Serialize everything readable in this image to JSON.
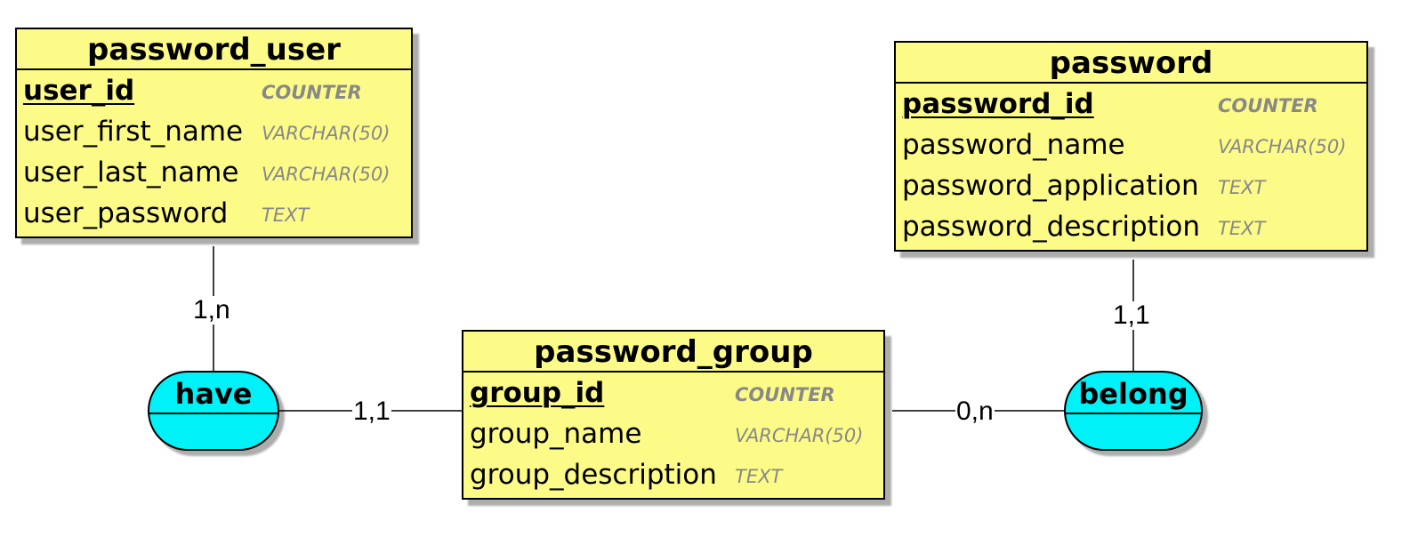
{
  "entities": {
    "password_user": {
      "title": "password_user",
      "attributes": [
        {
          "name": "user_id",
          "type": "COUNTER",
          "pk": true
        },
        {
          "name": "user_first_name",
          "type": "VARCHAR(50)",
          "pk": false
        },
        {
          "name": "user_last_name",
          "type": "VARCHAR(50)",
          "pk": false
        },
        {
          "name": "user_password",
          "type": "TEXT",
          "pk": false
        }
      ]
    },
    "password": {
      "title": "password",
      "attributes": [
        {
          "name": "password_id",
          "type": "COUNTER",
          "pk": true
        },
        {
          "name": "password_name",
          "type": "VARCHAR(50)",
          "pk": false
        },
        {
          "name": "password_application",
          "type": "TEXT",
          "pk": false
        },
        {
          "name": "password_description",
          "type": "TEXT",
          "pk": false
        }
      ]
    },
    "password_group": {
      "title": "password_group",
      "attributes": [
        {
          "name": "group_id",
          "type": "COUNTER",
          "pk": true
        },
        {
          "name": "group_name",
          "type": "VARCHAR(50)",
          "pk": false
        },
        {
          "name": "group_description",
          "type": "TEXT",
          "pk": false
        }
      ]
    }
  },
  "associations": {
    "have": {
      "label": "have"
    },
    "belong": {
      "label": "belong"
    }
  },
  "cardinalities": {
    "user_have": "1,n",
    "have_group": "1,1",
    "group_belong": "0,n",
    "password_belong": "1,1"
  },
  "colors": {
    "entity_fill": "#fdfb87",
    "association_fill": "#00f1f7",
    "type_text": "#888888"
  }
}
